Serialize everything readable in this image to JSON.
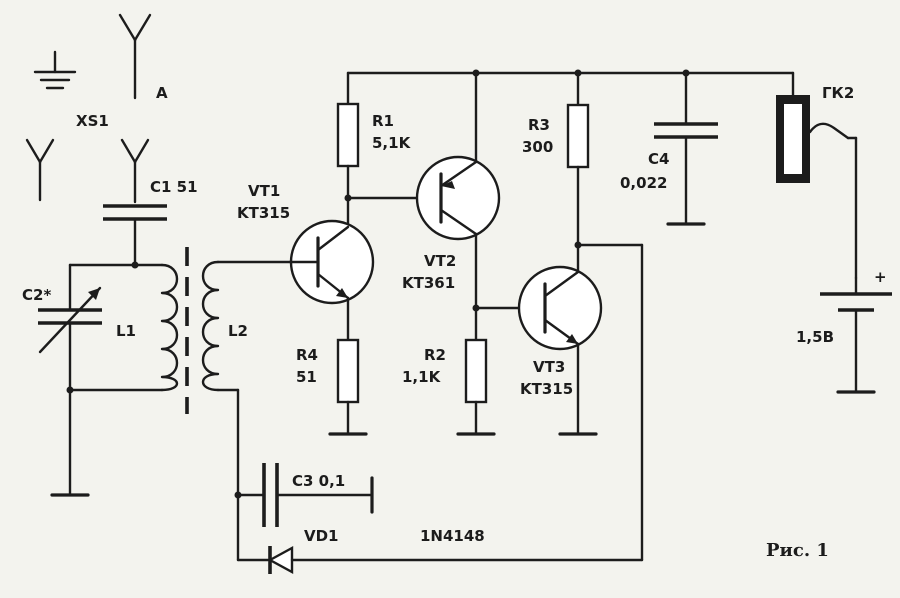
{
  "caption": "Рис. 1",
  "labels": {
    "antenna": "A",
    "connector": "XS1",
    "c1": "C1 51",
    "c2": "C2*",
    "l1": "L1",
    "l2": "L2",
    "vt1_name": "VT1",
    "vt1_type": "KT315",
    "r1_name": "R1",
    "r1_value": "5,1K",
    "vt2_name": "VT2",
    "vt2_type": "KT361",
    "r4_name": "R4",
    "r4_value": "51",
    "r2_name": "R2",
    "r2_value": "1,1K",
    "r3_name": "R3",
    "r3_value": "300",
    "vt3_name": "VT3",
    "vt3_type": "KT315",
    "c4_name": "C4",
    "c4_value": "0,022",
    "gk2": "ГК2",
    "battery_plus": "+",
    "battery_value": "1,5B",
    "c3": "C3 0,1",
    "vd1": "VD1",
    "diode_type": "1N4148"
  }
}
